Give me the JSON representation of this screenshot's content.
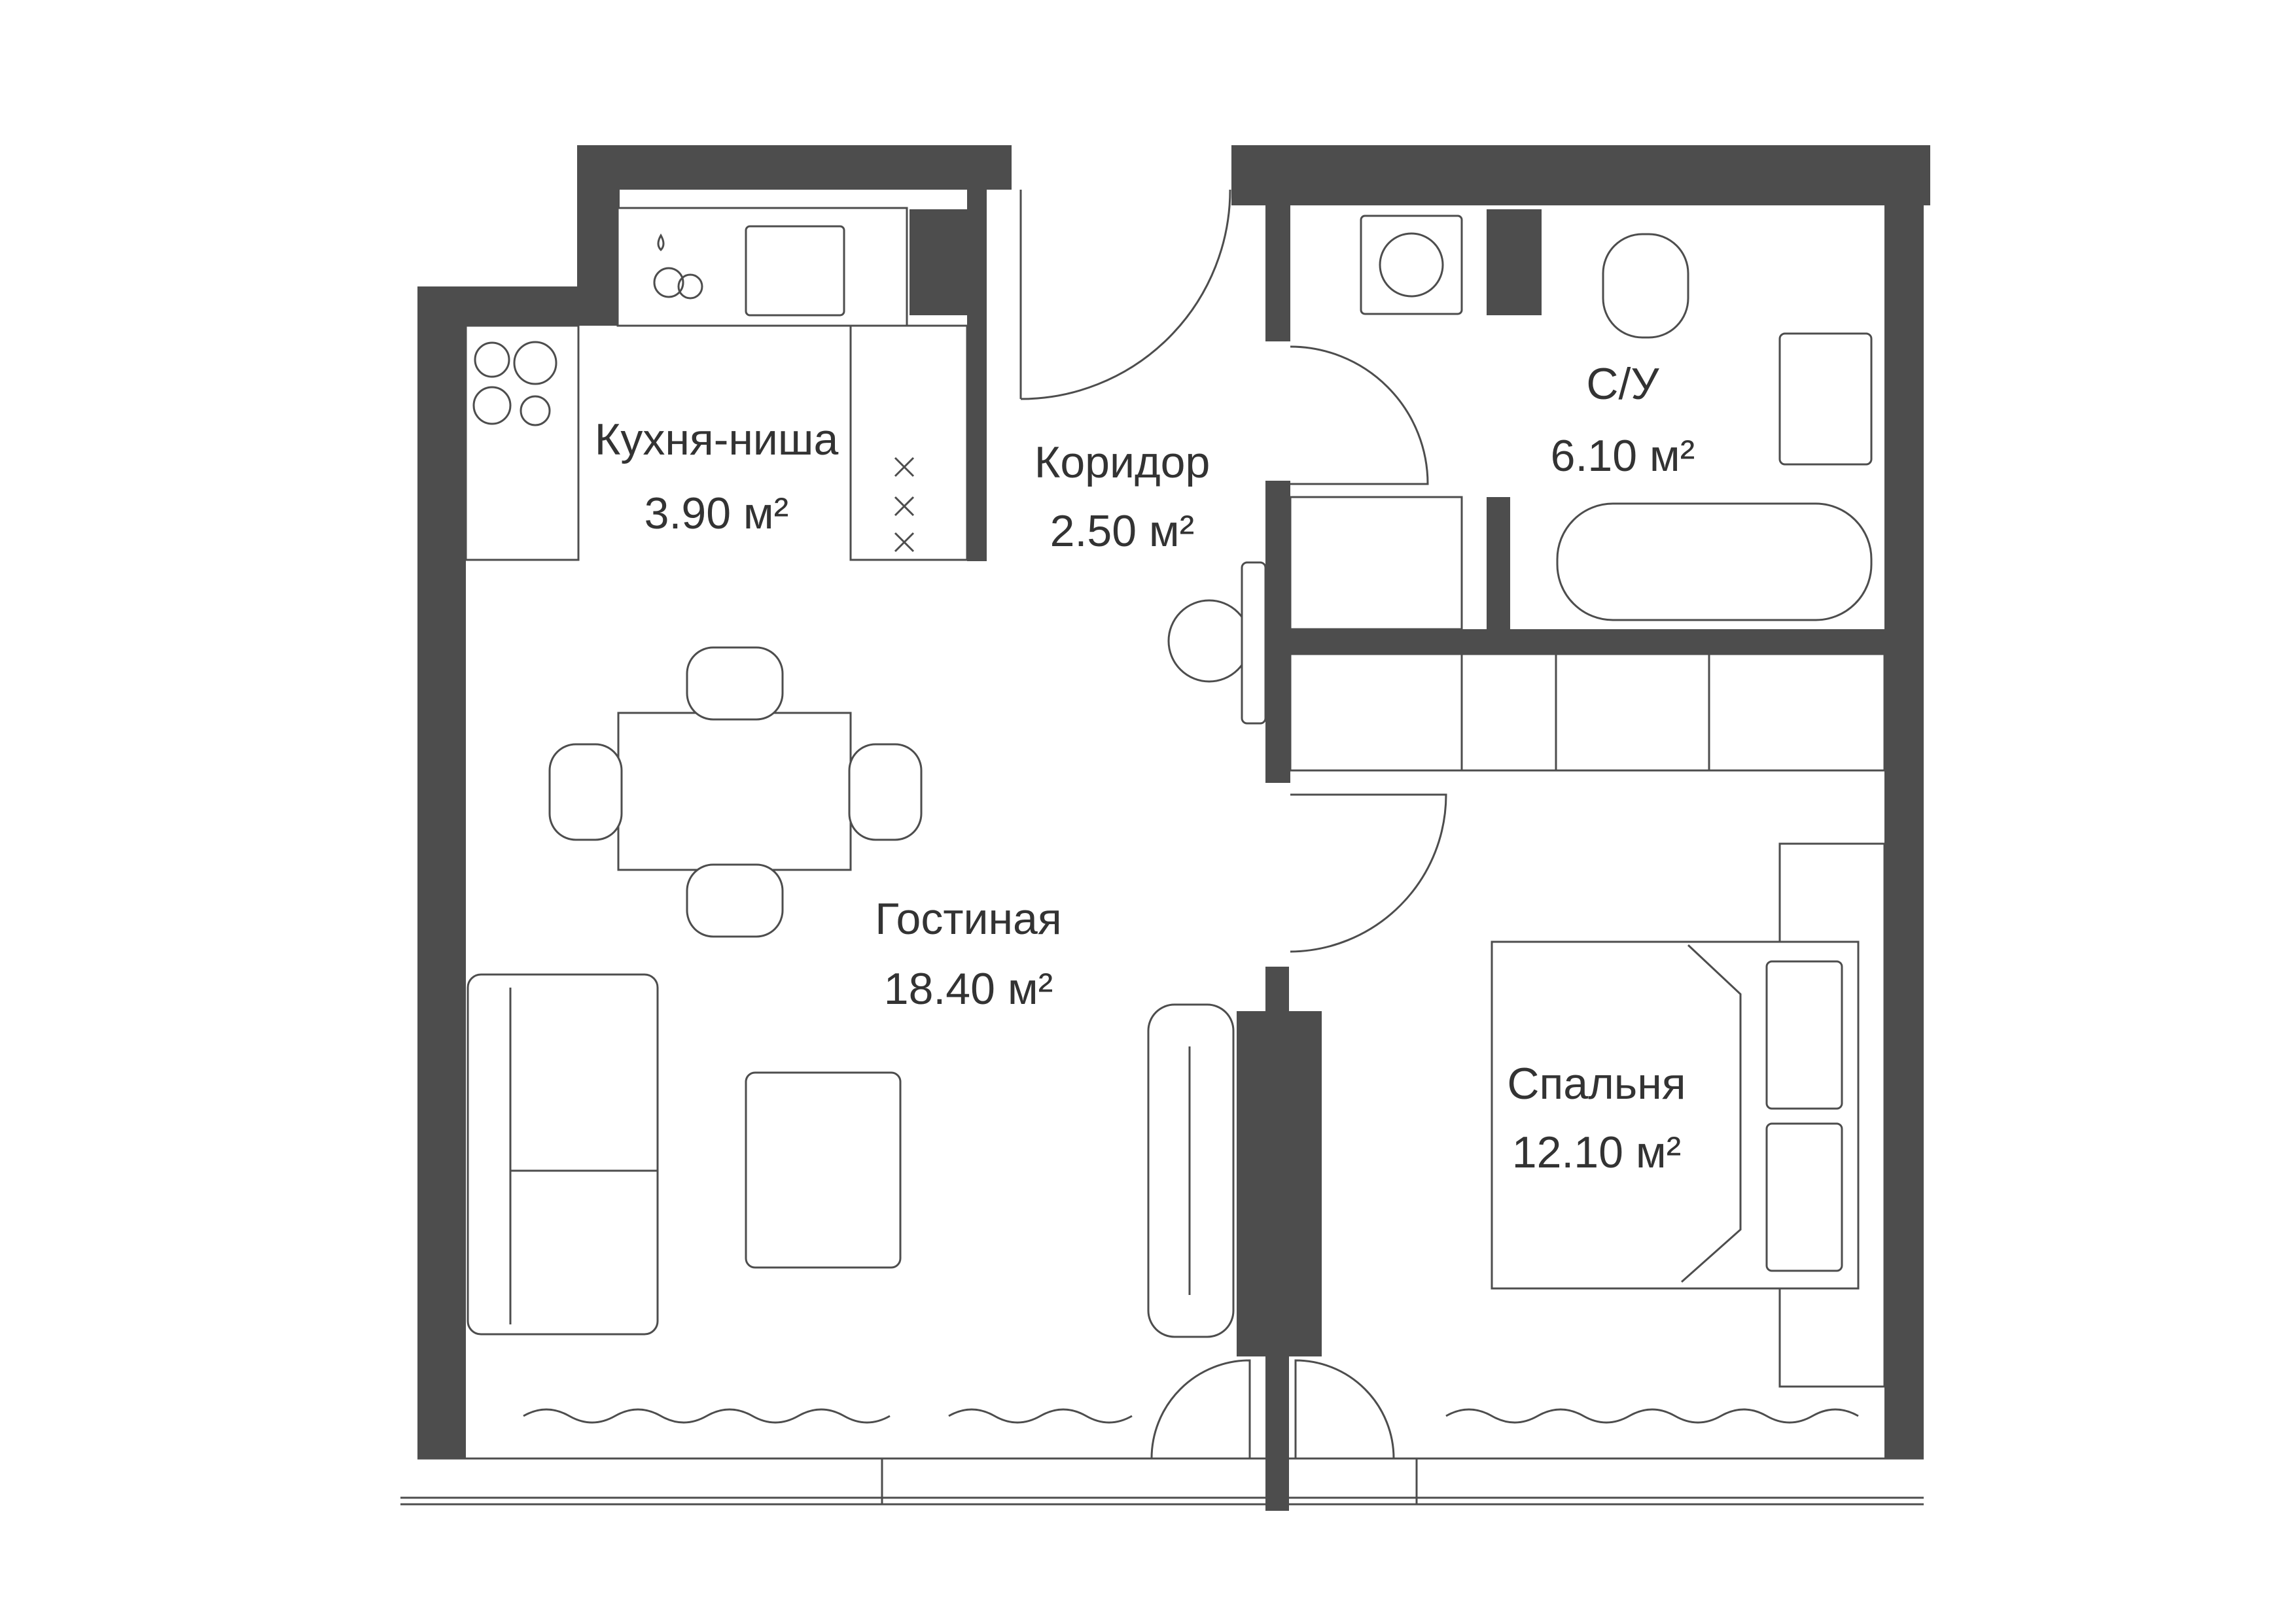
{
  "rooms": [
    {
      "id": "kitchen",
      "name": "Кухня-ниша",
      "area": "3.90 м²"
    },
    {
      "id": "corridor",
      "name": "Коридор",
      "area": "2.50 м²"
    },
    {
      "id": "bathroom",
      "name": "С/У",
      "area": "6.10 м²"
    },
    {
      "id": "living",
      "name": "Гостиная",
      "area": "18.40 м²"
    },
    {
      "id": "bedroom",
      "name": "Спальня",
      "area": "12.10 м²"
    }
  ],
  "colors": {
    "wall": "#4d4d4d",
    "line": "#4d4d4d",
    "text": "#333333",
    "background": "#ffffff"
  }
}
